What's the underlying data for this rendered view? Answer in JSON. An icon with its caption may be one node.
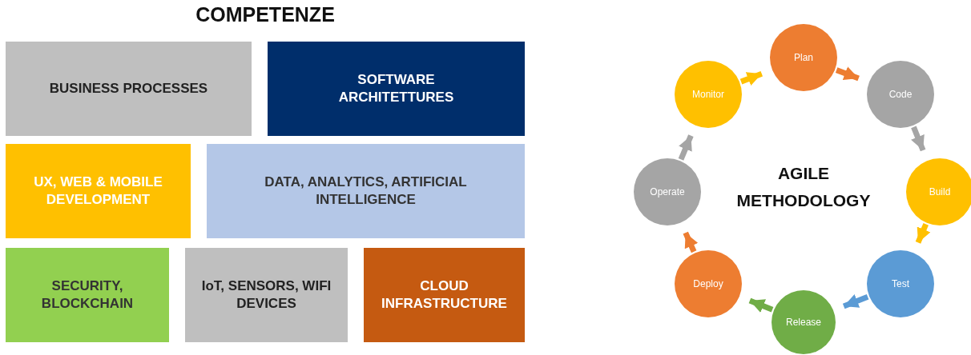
{
  "diagram": {
    "title": "COMPETENZE",
    "nodes": [
      {
        "text": [
          "BUSINESS PROCESSES"
        ]
      },
      {
        "text": [
          "SOFTWARE ARCHITETTURES"
        ]
      },
      {
        "text": [
          "UX, WEB & MOBILE DEVELOPMENT"
        ]
      },
      {
        "text": [
          "DATA, ANALYTICS, ARTIFICIAL INTELLIGENCE"
        ]
      },
      {
        "text": [
          "SECURITY, BLOCKCHAIN"
        ]
      },
      {
        "text": [
          "IoT, SENSORS, WIFI DEVICES"
        ]
      },
      {
        "text": [
          "CLOUD INFRASTRUCTURE"
        ]
      },
      {
        "text": [
          "Plan"
        ]
      },
      {
        "text": [
          "Code"
        ]
      },
      {
        "text": [
          "Build"
        ]
      },
      {
        "text": [
          "Test"
        ]
      },
      {
        "text": [
          "Release"
        ]
      },
      {
        "text": [
          "Deploy"
        ]
      },
      {
        "text": [
          "Operate"
        ]
      },
      {
        "text": [
          "Monitor"
        ]
      }
    ],
    "edges": [
      {
        "from": 7,
        "to": 8,
        "arrow": "to",
        "color": "#ed7d31"
      },
      {
        "from": 8,
        "to": 9,
        "arrow": "to",
        "color": "#a5a5a5"
      },
      {
        "from": 9,
        "to": 10,
        "arrow": "to",
        "color": "#ffc000"
      },
      {
        "from": 10,
        "to": 11,
        "arrow": "to",
        "color": "#5b9bd5"
      },
      {
        "from": 11,
        "to": 12,
        "arrow": "to",
        "color": "#70ad47"
      },
      {
        "from": 12,
        "to": 13,
        "arrow": "to",
        "color": "#ed7d31"
      },
      {
        "from": 13,
        "to": 14,
        "arrow": "to",
        "color": "#a5a5a5"
      },
      {
        "from": 14,
        "to": 7,
        "arrow": "to",
        "color": "#ffc000"
      }
    ],
    "labels": [
      "AGILE METHODOLOGY"
    ]
  }
}
